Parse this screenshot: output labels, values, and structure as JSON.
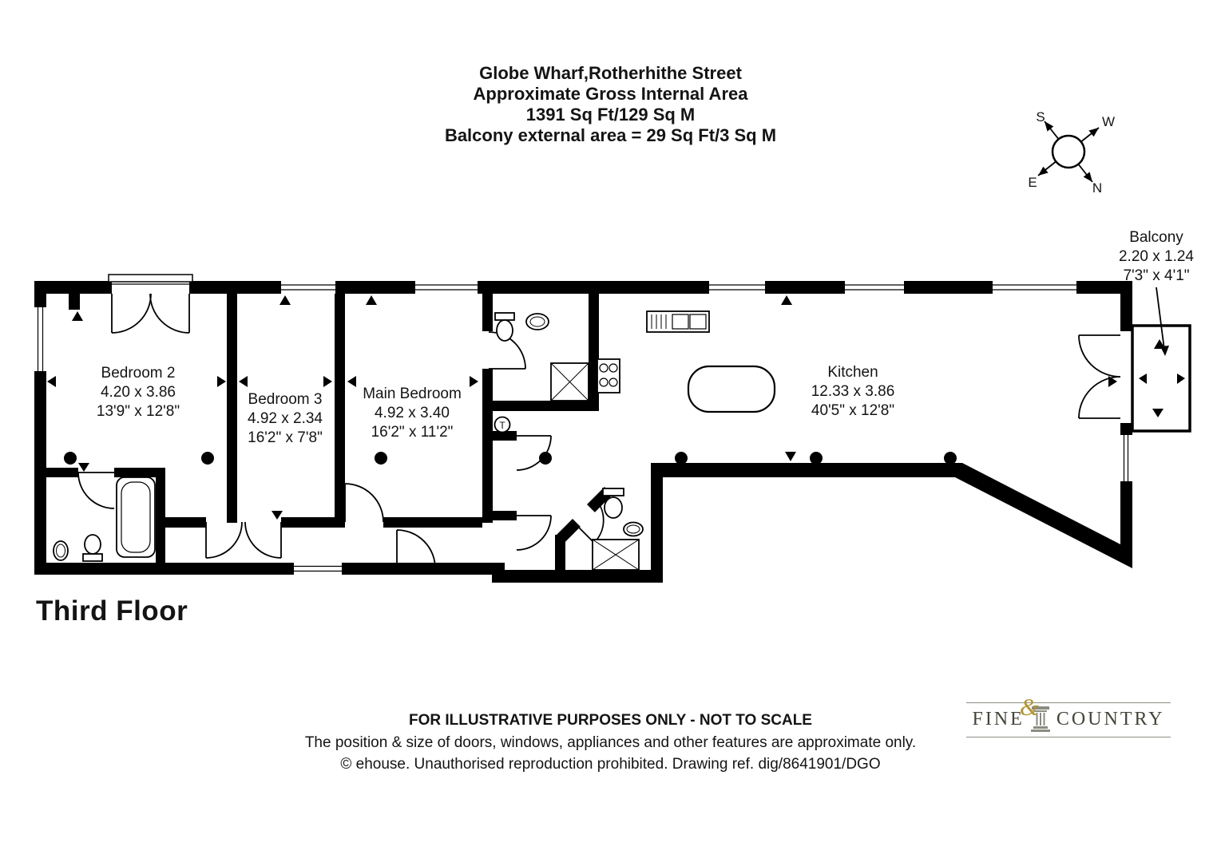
{
  "header": {
    "title": "Globe Wharf,Rotherhithe Street",
    "subtitle": "Approximate Gross Internal Area",
    "area": "1391 Sq Ft/129 Sq M",
    "balcony_area": "Balcony external area = 29 Sq Ft/3 Sq M"
  },
  "compass": {
    "n": "N",
    "s": "S",
    "e": "E",
    "w": "W"
  },
  "balcony": {
    "label": "Balcony",
    "metric": "2.20 x 1.24",
    "imperial": "7'3\" x 4'1\""
  },
  "rooms": [
    {
      "label": "Bedroom 2",
      "metric": "4.20 x 3.86",
      "imperial": "13'9\" x 12'8\""
    },
    {
      "label": "Bedroom 3",
      "metric": "4.92 x 2.34",
      "imperial": "16'2\" x 7'8\""
    },
    {
      "label": "Main Bedroom",
      "metric": "4.92 x 3.40",
      "imperial": "16'2\" x 11'2\""
    },
    {
      "label": "Kitchen",
      "metric": "12.33 x 3.86",
      "imperial": "40'5\" x 12'8\""
    }
  ],
  "symbols": {
    "t_marker": "T"
  },
  "floor_label": "Third Floor",
  "footer": {
    "line1": "FOR ILLUSTRATIVE PURPOSES ONLY - NOT TO SCALE",
    "line2": "The position & size of doors, windows, appliances and other features are approximate only.",
    "line3": "© ehouse. Unauthorised reproduction prohibited. Drawing ref. dig/8641901/DGO"
  },
  "logo": {
    "word1": "FINE",
    "amp": "&",
    "word2": "COUNTRY"
  },
  "colors": {
    "wall": "#000000",
    "gold": "#b29434",
    "logo_text": "#45443a"
  }
}
